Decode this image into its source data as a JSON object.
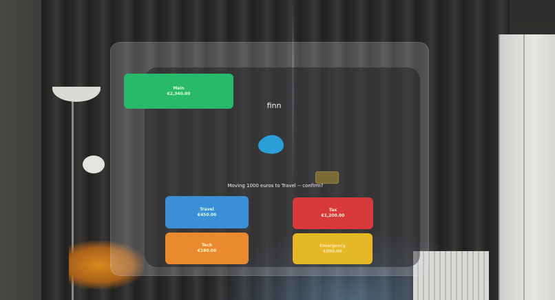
{
  "assistant": {
    "name": "finn"
  },
  "prompt": {
    "text": "Moving 1000 euros to Travel -- confirm?"
  },
  "accounts": {
    "main": {
      "name": "Main",
      "balance": "€2,340.00"
    },
    "travel": {
      "name": "Travel",
      "balance": "€450.00"
    },
    "tax": {
      "name": "Tax",
      "balance": "€1,200.00"
    },
    "tech": {
      "name": "Tech",
      "balance": "€180.00"
    },
    "emergency": {
      "name": "Emergency",
      "balance": "€800.00"
    }
  },
  "colors": {
    "main": "#28b96a",
    "travel": "#3a8fd6",
    "tax": "#d8393a",
    "tech": "#e88a2d",
    "emergency": "#e6b826",
    "avatar": "#2a9fd8"
  }
}
